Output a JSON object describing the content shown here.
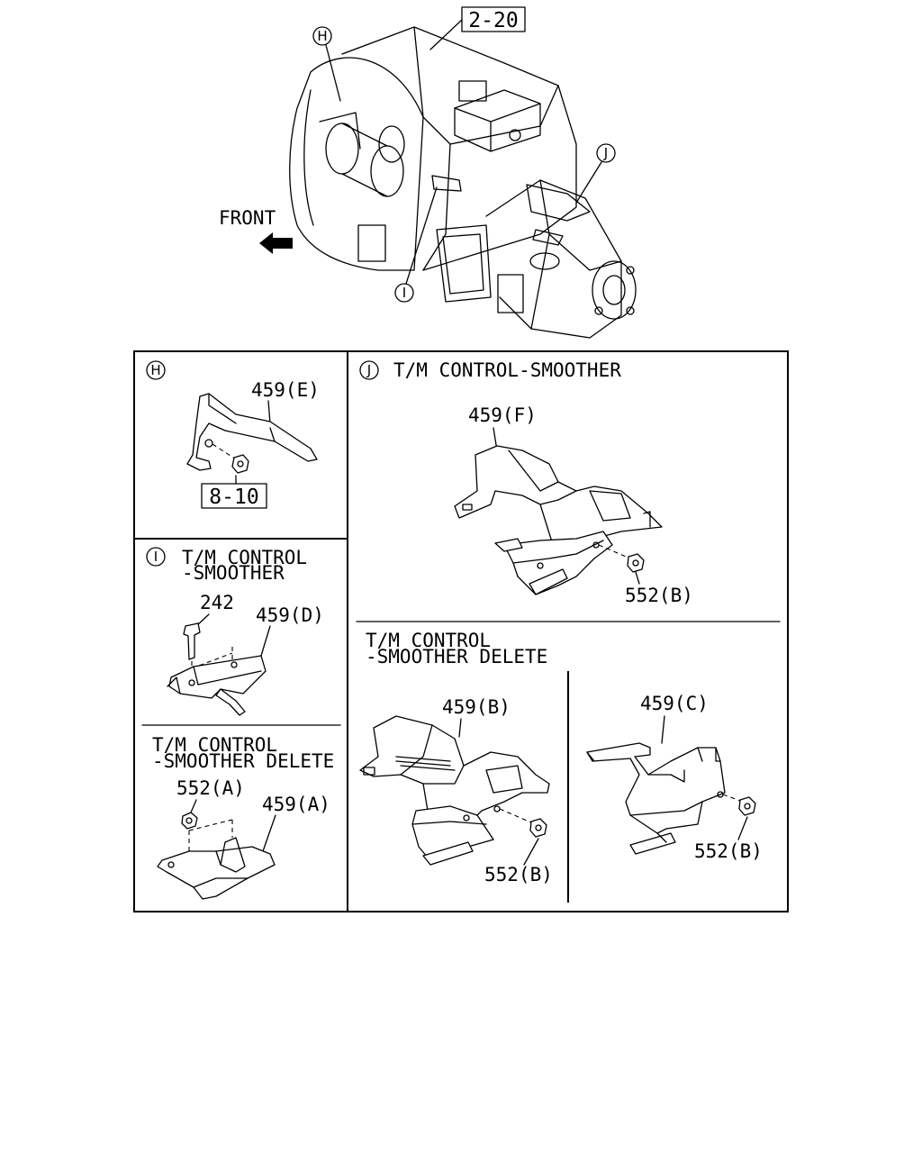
{
  "overview": {
    "ref_box": "2-20",
    "front_label": "FRONT",
    "callouts": {
      "h": "H",
      "i": "I",
      "j": "J"
    }
  },
  "panel_h": {
    "marker": "H",
    "part": "459(E)",
    "ref_box": "8-10"
  },
  "panel_i": {
    "marker": "I",
    "title_line1": "T/M CONTROL",
    "title_line2": "-SMOOTHER",
    "bolt": "242",
    "part": "459(D)"
  },
  "panel_i_delete": {
    "title_line1": "T/M CONTROL",
    "title_line2": "-SMOOTHER DELETE",
    "nut": "552(A)",
    "part": "459(A)"
  },
  "panel_j": {
    "marker": "J",
    "title": "T/M CONTROL-SMOOTHER",
    "part": "459(F)",
    "nut": "552(B)"
  },
  "panel_j_delete": {
    "title_line1": "T/M CONTROL",
    "title_line2": "-SMOOTHER DELETE",
    "part_b": "459(B)",
    "nut_b": "552(B)",
    "part_c": "459(C)",
    "nut_c": "552(B)"
  }
}
